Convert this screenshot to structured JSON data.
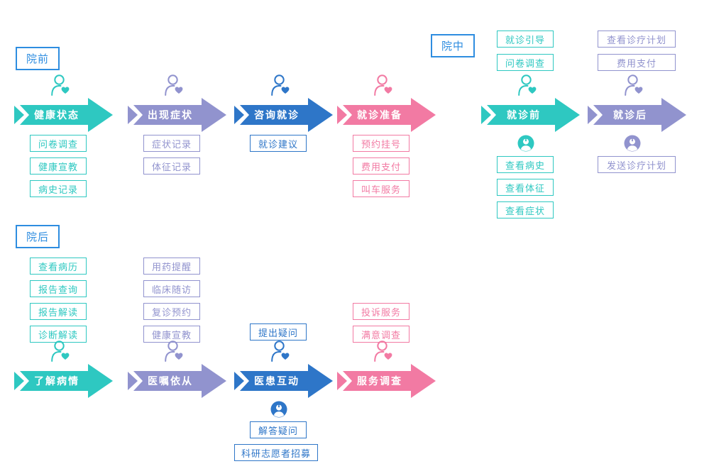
{
  "diagram_title": "patient-journey-flow",
  "colors": {
    "teal": "#2ec8c1",
    "purple": "#9193ce",
    "blue": "#2e76c8",
    "pink": "#f27aa3",
    "section_border_blue": "#2e8de0",
    "arrow_text": "#ffffff"
  },
  "icons": {
    "patient": "person-with-heart-icon",
    "staff": "medical-staff-avatar-icon"
  },
  "section_labels": {
    "pre": "院前",
    "mid": "院中",
    "post": "院后"
  },
  "stages": [
    {
      "name": "健康状态",
      "color": "teal",
      "boxes_below": [
        "问卷调查",
        "健康宣教",
        "病史记录"
      ]
    },
    {
      "name": "出现症状",
      "color": "purple",
      "boxes_below": [
        "症状记录",
        "体征记录"
      ]
    },
    {
      "name": "咨询就诊",
      "color": "blue",
      "boxes_below": [
        "就诊建议"
      ]
    },
    {
      "name": "就诊准备",
      "color": "pink",
      "boxes_below": [
        "预约挂号",
        "费用支付",
        "叫车服务"
      ]
    },
    {
      "name": "就诊前",
      "color": "teal",
      "boxes_above": [
        "就诊引导",
        "问卷调查"
      ],
      "boxes_below": [
        "查看病史",
        "查看体征",
        "查看症状"
      ]
    },
    {
      "name": "就诊后",
      "color": "purple",
      "boxes_above": [
        "查看诊疗计划",
        "费用支付"
      ],
      "boxes_below": [
        "发送诊疗计划"
      ]
    },
    {
      "name": "了解病情",
      "color": "teal",
      "boxes_above": [
        "查看病历",
        "报告查询",
        "报告解读",
        "诊断解读"
      ]
    },
    {
      "name": "医嘱依从",
      "color": "purple",
      "boxes_above": [
        "用药提醒",
        "临床随访",
        "复诊预约",
        "健康宣教"
      ]
    },
    {
      "name": "医患互动",
      "color": "blue",
      "boxes_above": [
        "提出疑问"
      ],
      "boxes_below": [
        "解答疑问",
        "科研志愿者招募"
      ]
    },
    {
      "name": "服务调查",
      "color": "pink",
      "boxes_above": [
        "投诉服务",
        "满意调查"
      ]
    }
  ]
}
